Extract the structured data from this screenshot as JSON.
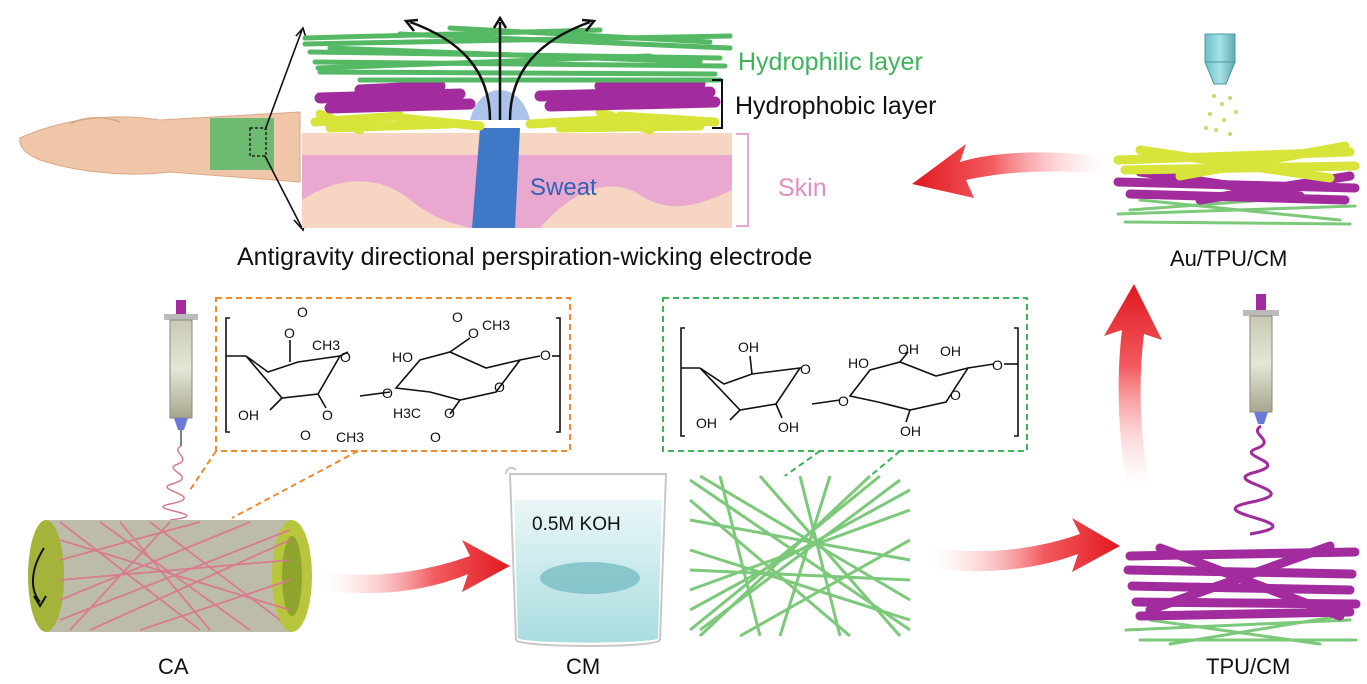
{
  "labels": {
    "hydrophilic": "Hydrophilic layer",
    "hydrophobic": "Hydrophobic layer",
    "sweat": "Sweat",
    "skin": "Skin",
    "caption": "Antigravity directional perspiration-wicking electrode",
    "au_tpu_cm": "Au/TPU/CM",
    "tpu_cm": "TPU/CM",
    "ca": "CA",
    "cm": "CM",
    "koh": "0.5M KOH"
  },
  "chem_ca": {
    "oh_left": "OH",
    "ho_mid": "HO",
    "o_bridge": "O",
    "o_end": "O",
    "o_ring1": "O",
    "o_ring2": "O",
    "acetyl_top1": "CH3",
    "acetyl_top2": "CH3",
    "acetyl_bot1": "CH3",
    "acetyl_bot2": "H3C",
    "carbonyl1": "O",
    "carbonyl2": "O",
    "carbonyl3": "O",
    "carbonyl4": "O",
    "ester1": "O",
    "ester2": "O",
    "ester3": "O",
    "ester4": "O"
  },
  "chem_cm": {
    "oh1": "OH",
    "oh2": "OH",
    "oh3": "OH",
    "oh4": "OH",
    "ho1": "HO",
    "oh5": "OH",
    "oh6": "OH",
    "o_bridge": "O",
    "o_end": "O",
    "o_ring1": "O",
    "o_ring2": "O"
  },
  "colors": {
    "hydrophilic": "#3cb55a",
    "hydrophobic_fiber": "#a22c9e",
    "yellow_fiber": "#d8e43a",
    "green_fiber": "#7cc97a",
    "skin_pink": "#e8a8cf",
    "skin_beige": "#f6d6c2",
    "sweat_blue": "#3f78c7",
    "orange_dash": "#f08a2a",
    "green_dash": "#3cb55a",
    "red_arrow": "#e8262e",
    "ca_fiber": "#d97b8e",
    "kohl_blue": "#a8dde0"
  }
}
